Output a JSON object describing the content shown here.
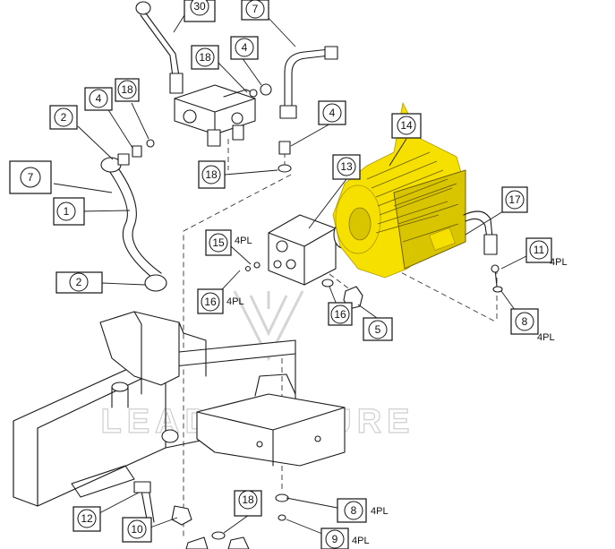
{
  "watermark": "LEADVENTURE",
  "colors": {
    "highlight": "#f5e000",
    "line": "#1a1a1a",
    "watermark": "#cfcfcf"
  },
  "callouts": [
    {
      "id": "c30",
      "label": "30"
    },
    {
      "id": "c7a",
      "label": "7"
    },
    {
      "id": "c18a",
      "label": "18"
    },
    {
      "id": "c4a",
      "label": "4"
    },
    {
      "id": "c4b",
      "label": "4"
    },
    {
      "id": "c18b",
      "label": "18"
    },
    {
      "id": "c2a",
      "label": "2"
    },
    {
      "id": "c4c",
      "label": "4"
    },
    {
      "id": "c14",
      "label": "14"
    },
    {
      "id": "c7b",
      "label": "7"
    },
    {
      "id": "c18c",
      "label": "18"
    },
    {
      "id": "c13",
      "label": "13"
    },
    {
      "id": "c1",
      "label": "1"
    },
    {
      "id": "c17",
      "label": "17"
    },
    {
      "id": "c15",
      "label": "15",
      "qty": "4PL"
    },
    {
      "id": "c11",
      "label": "11",
      "qty": "4PL"
    },
    {
      "id": "c2b",
      "label": "2"
    },
    {
      "id": "c16a",
      "label": "16",
      "qty": "4PL"
    },
    {
      "id": "c16b",
      "label": "16"
    },
    {
      "id": "c8a",
      "label": "8",
      "qty": "4PL"
    },
    {
      "id": "c5",
      "label": "5"
    },
    {
      "id": "c18d",
      "label": "18"
    },
    {
      "id": "c8b",
      "label": "8",
      "qty": "4PL"
    },
    {
      "id": "c12",
      "label": "12"
    },
    {
      "id": "c10",
      "label": "10"
    },
    {
      "id": "c9",
      "label": "9",
      "qty": "4PL"
    }
  ]
}
